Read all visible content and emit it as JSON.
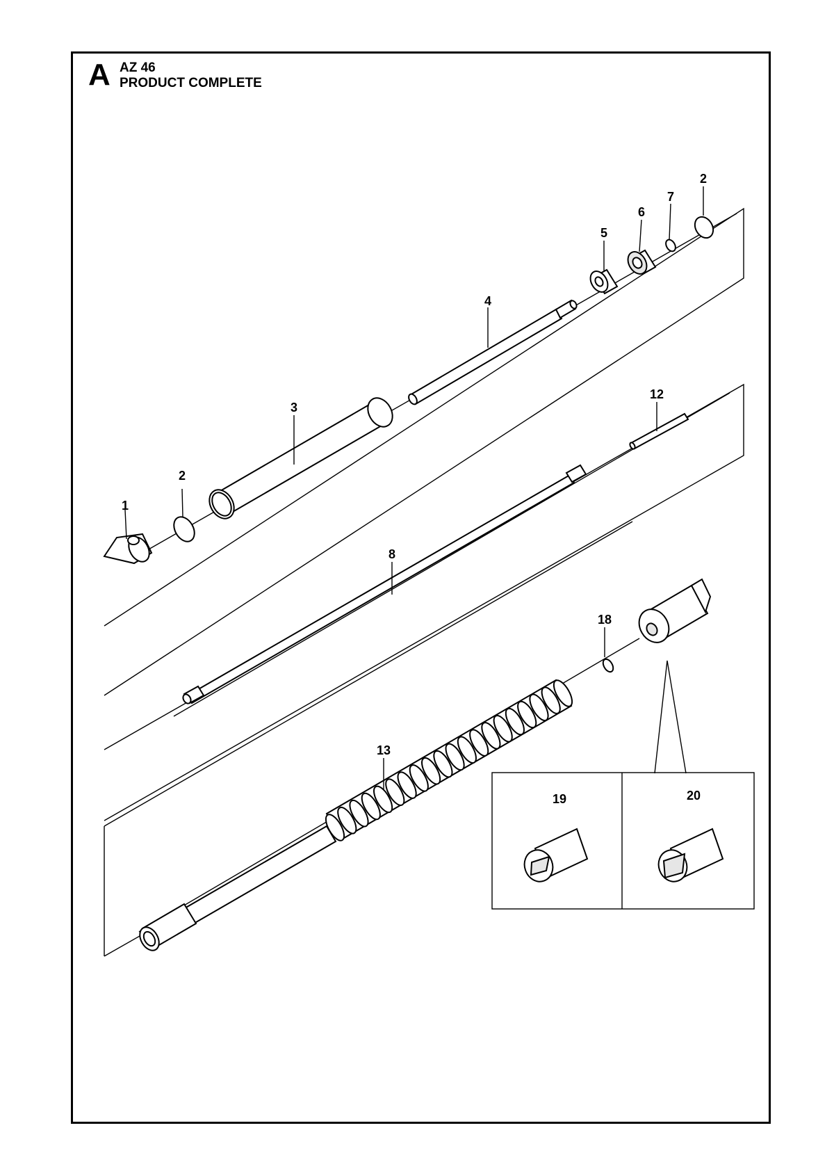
{
  "header": {
    "section_letter": "A",
    "model": "AZ 46",
    "title": "PRODUCT COMPLETE"
  },
  "callouts": {
    "c1": "1",
    "c2a": "2",
    "c2b": "2",
    "c3": "3",
    "c4": "4",
    "c5": "5",
    "c6": "6",
    "c7": "7",
    "c8": "8",
    "c12": "12",
    "c13": "13",
    "c18": "18",
    "c19": "19",
    "c20": "20"
  }
}
